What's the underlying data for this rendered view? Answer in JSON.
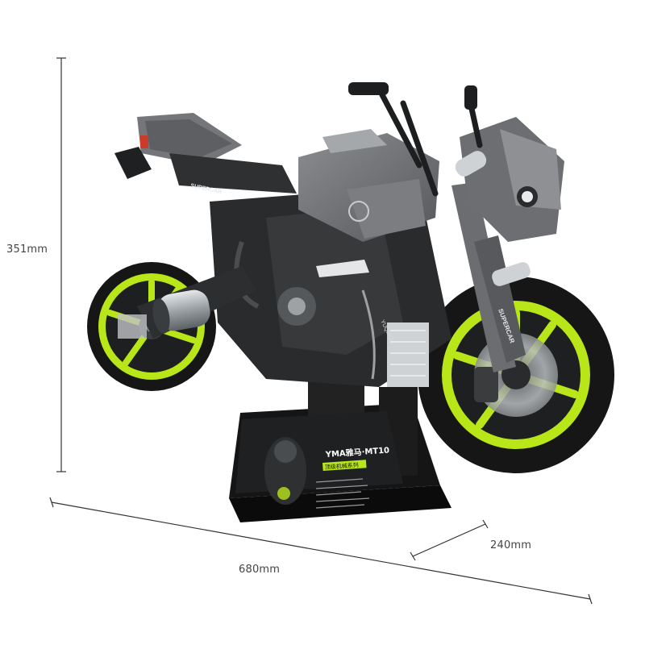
{
  "dimensions": {
    "height": "351mm",
    "width": "680mm",
    "depth": "240mm"
  },
  "model": {
    "tank_decal": "SUPERCAR",
    "fork_decal": "SUPERCAR",
    "engine_decal": "YUQIAO"
  },
  "plaque": {
    "title": "YMA雅马·MT10",
    "subtitle": "顶级机械系列"
  },
  "colors": {
    "rim_accent": "#b8e619",
    "body_gray": "#6e7073",
    "dark_frame": "#2a2b2d",
    "tire_black": "#161616",
    "dimension_line": "#333333"
  }
}
